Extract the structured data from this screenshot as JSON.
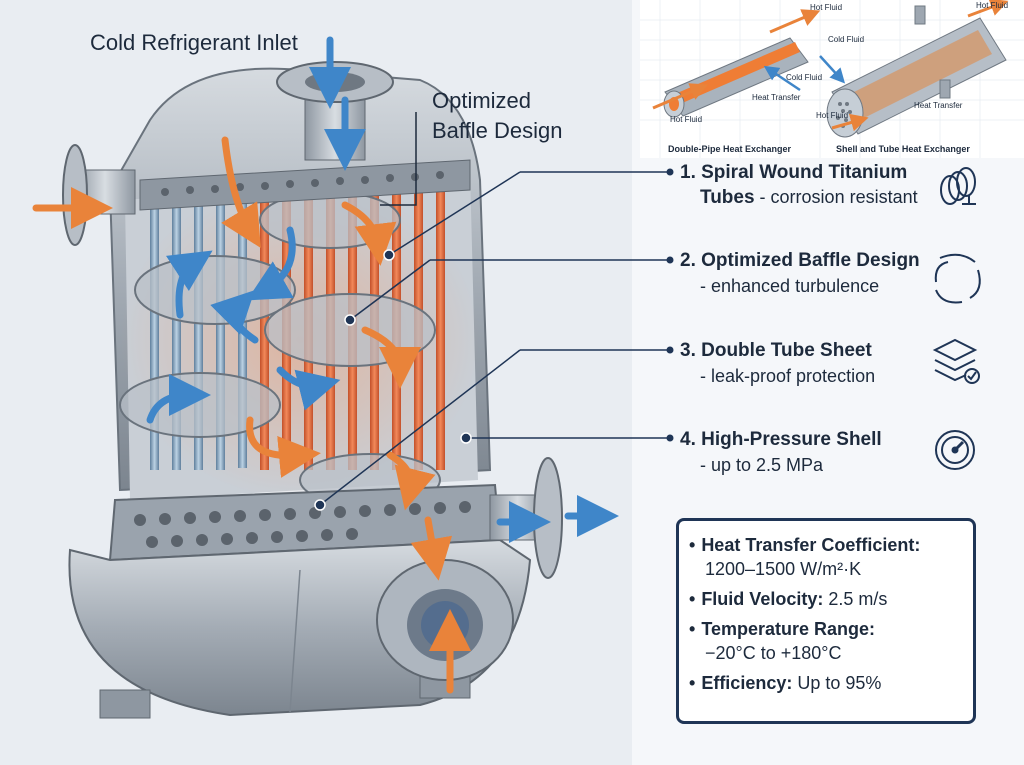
{
  "labels": {
    "cold_inlet": "Cold Refrigerant Inlet",
    "baffle_line1": "Optimized",
    "baffle_line2": "Baffle Design"
  },
  "inset": {
    "double_pipe": {
      "caption": "Double-Pipe Heat Exchanger",
      "hot_fluid_top": "Hot Fluid",
      "cold_fluid": "Cold Fluid",
      "heat_transfer": "Heat Transfer",
      "hot_fluid_bottom": "Hot Fluid"
    },
    "shell_tube": {
      "caption": "Shell and Tube Heat Exchanger",
      "hot_fluid_top": "Hot Fluid",
      "cold_fluid": "Cold Fluid",
      "heat_transfer": "Heat Transfer",
      "hot_fluid_bottom": "Hot Fluid"
    }
  },
  "callouts": [
    {
      "title": "1. Spiral Wound Titanium",
      "title2": "Tubes",
      "sub": " - corrosion resistant",
      "icon": "spiral-tube-icon"
    },
    {
      "title": "2. Optimized Baffle Design",
      "sub": "- enhanced turbulence",
      "icon": "turbulence-icon"
    },
    {
      "title": "3. Double Tube Sheet",
      "sub": "- leak-proof protection",
      "icon": "layers-check-icon"
    },
    {
      "title": "4. High-Pressure Shell",
      "sub": "- up to 2.5 MPa",
      "icon": "gauge-icon"
    }
  ],
  "specs": [
    {
      "label": "Heat Transfer Coefficient:",
      "value": "1200–1500 W/m²·K"
    },
    {
      "label": "Fluid Velocity:",
      "value": " 2.5 m/s"
    },
    {
      "label": "Temperature Range:",
      "value": "−20°C to +180°C"
    },
    {
      "label": "Efficiency:",
      "value": " Up to 95%"
    }
  ],
  "colors": {
    "hot": "#e9833a",
    "cold": "#3f86c9",
    "steel": "#9ea7b1",
    "navy": "#1f3556"
  }
}
